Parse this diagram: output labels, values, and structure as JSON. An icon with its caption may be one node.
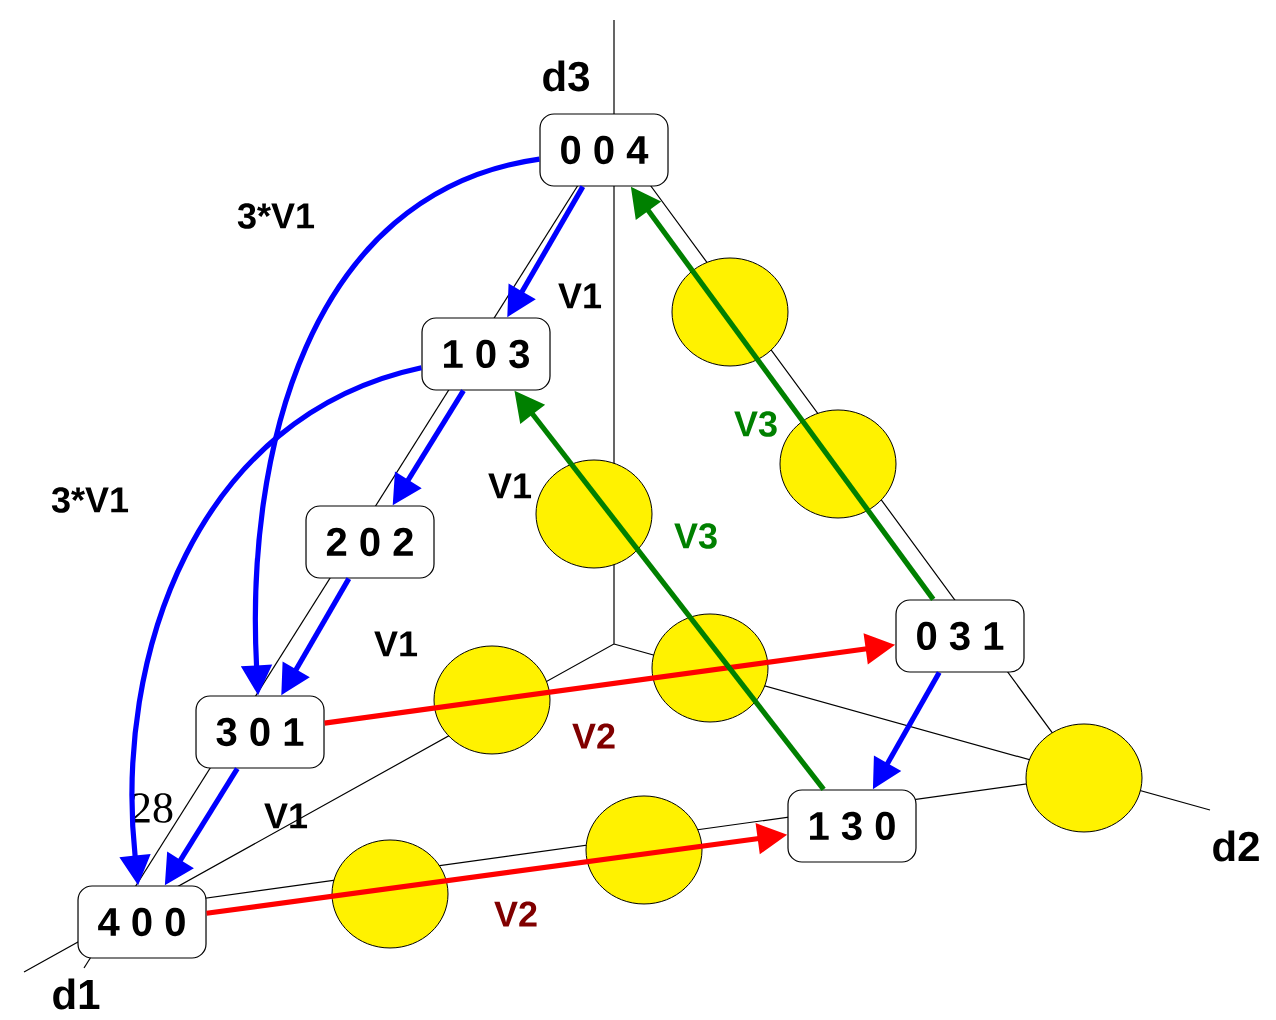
{
  "diagram": {
    "nodes": [
      {
        "text": [
          "0 0 4"
        ]
      },
      {
        "text": [
          "1 0 3"
        ]
      },
      {
        "text": [
          "2 0 2"
        ]
      },
      {
        "text": [
          "3 0 1"
        ]
      },
      {
        "text": [
          "4 0 0"
        ]
      },
      {
        "text": [
          "0 3 1"
        ]
      },
      {
        "text": [
          "1 3 0"
        ]
      }
    ],
    "edges": [
      {
        "from": 0,
        "to": 1,
        "arrow": "to",
        "label": "V1"
      },
      {
        "from": 1,
        "to": 2,
        "arrow": "to",
        "label": "V1"
      },
      {
        "from": 2,
        "to": 3,
        "arrow": "to",
        "label": "V1"
      },
      {
        "from": 3,
        "to": 4,
        "arrow": "to",
        "label": "V1"
      },
      {
        "from": 0,
        "to": 3,
        "arrow": "to",
        "label": "3*V1"
      },
      {
        "from": 1,
        "to": 4,
        "arrow": "to",
        "label": "3*V1"
      },
      {
        "from": 5,
        "to": 6,
        "arrow": "to"
      },
      {
        "from": 3,
        "to": 5,
        "arrow": "to",
        "label": "V2",
        "color": "#ff0000"
      },
      {
        "from": 4,
        "to": 6,
        "arrow": "to",
        "label": "V2",
        "color": "#ff0000"
      },
      {
        "from": 5,
        "to": 0,
        "arrow": "to",
        "label": "V3",
        "color": "#008000"
      },
      {
        "from": 6,
        "to": 1,
        "arrow": "to",
        "label": "V3",
        "color": "#008000"
      }
    ],
    "labels": [
      "d3",
      "28",
      "d1",
      "d2"
    ]
  }
}
